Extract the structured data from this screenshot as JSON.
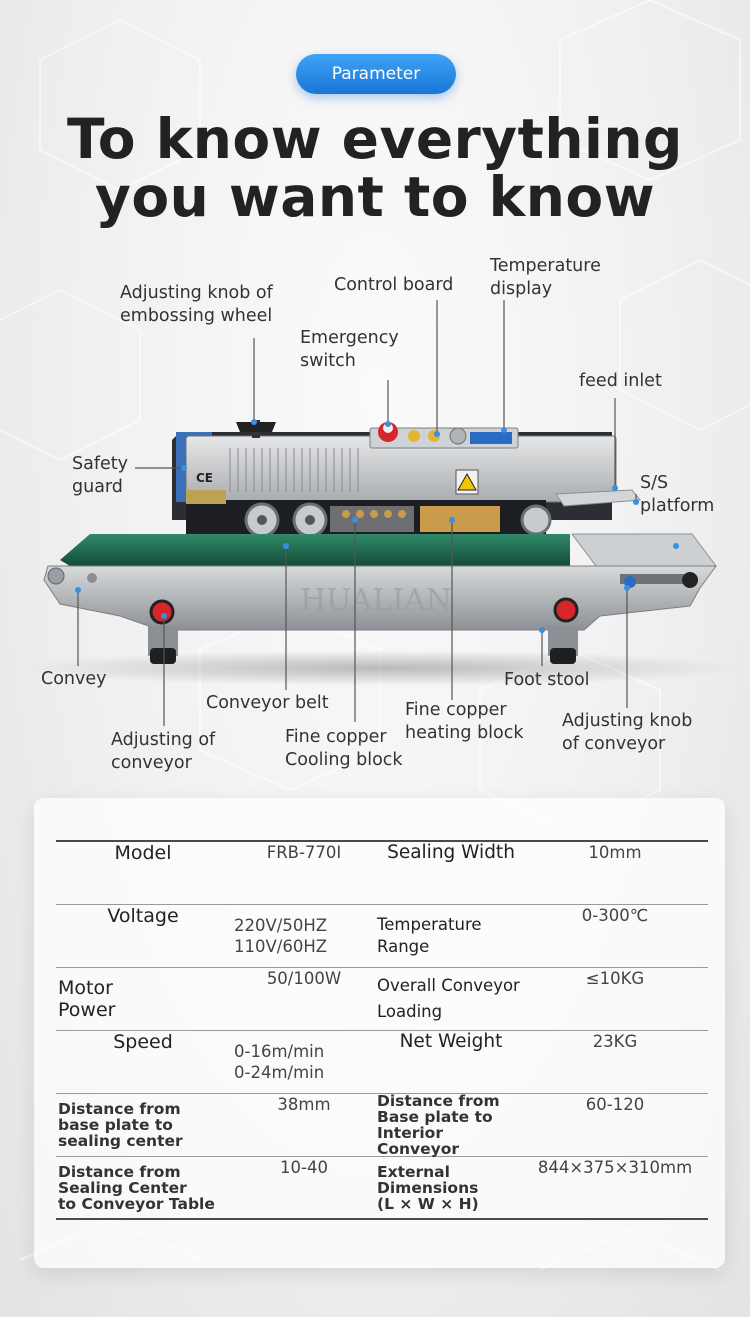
{
  "badge": "Parameter",
  "headline": {
    "line1": "To know everything",
    "line2": "you want to know"
  },
  "callouts": {
    "adjusting_knob_embossing": [
      "Adjusting knob of",
      "embossing wheel"
    ],
    "control_board": "Control board",
    "temperature_display": [
      "Temperature",
      "display"
    ],
    "emergency_switch": [
      "Emergency",
      "switch"
    ],
    "feed_inlet": "feed inlet",
    "safety_guard": [
      "Safety",
      "guard"
    ],
    "ss_platform": [
      "S/S",
      "platform"
    ],
    "convey": "Convey",
    "conveyor_belt": "Conveyor belt",
    "foot_stool": "Foot stool",
    "fine_copper_heating": [
      "Fine copper",
      "heating block"
    ],
    "adjusting_knob_conveyor": [
      "Adjusting knob",
      "of conveyor"
    ],
    "adjusting_of_conveyor": [
      "Adjusting of",
      "conveyor"
    ],
    "fine_copper_cooling": [
      "Fine copper",
      "Cooling block"
    ]
  },
  "machine_brand": "HUALIAN",
  "specs": [
    {
      "k1": [
        "Model"
      ],
      "v1": [
        "FRB-770I"
      ],
      "k2": [
        "Sealing Width"
      ],
      "v2": [
        "10mm"
      ]
    },
    {
      "k1": [
        "Voltage"
      ],
      "v1": [
        "220V/50HZ",
        "110V/60HZ"
      ],
      "k2": [
        "Temperature",
        "Range"
      ],
      "v2": [
        "0-300℃"
      ]
    },
    {
      "k1": [
        "Motor",
        "Power"
      ],
      "v1": [
        "50/100W"
      ],
      "k2": [
        "Overall Conveyor",
        "Loading"
      ],
      "v2": [
        "≤10KG"
      ]
    },
    {
      "k1": [
        "Speed"
      ],
      "v1": [
        "0-16m/min",
        "0-24m/min"
      ],
      "k2": [
        "Net Weight"
      ],
      "v2": [
        "23KG"
      ]
    },
    {
      "k1": [
        "Distance from",
        "base plate to",
        "sealing center"
      ],
      "v1": [
        "38mm"
      ],
      "k2": [
        "Distance from",
        "Base plate to",
        "Interior Conveyor"
      ],
      "v2": [
        "60-120"
      ]
    },
    {
      "k1": [
        "Distance from",
        "Sealing Center",
        "to Conveyor Table"
      ],
      "v1": [
        "10-40"
      ],
      "k2": [
        "External",
        "Dimensions",
        "(L × W × H)"
      ],
      "v2": [
        "844×375×310mm"
      ]
    }
  ],
  "colors": {
    "accent": "#1976d8",
    "belt": "#1f6b52",
    "steel": "#b7babd",
    "knob": "#d6262b",
    "leader_dot": "#3a8fe0"
  }
}
